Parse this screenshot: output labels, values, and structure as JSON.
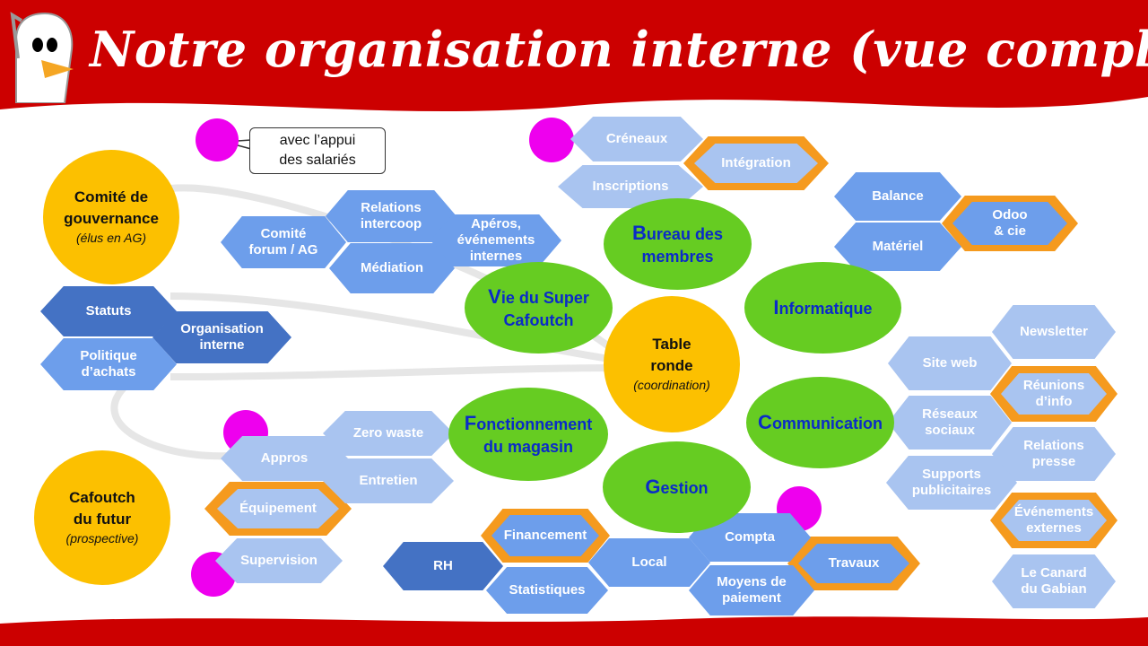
{
  "title": "Notre organisation interne (vue complète)",
  "callout": {
    "line1": "avec l’appui",
    "line2": "des salariés"
  },
  "colors": {
    "banner": "#cc0000",
    "hex_dark": "#4472c4",
    "hex_mid": "#6d9eeb",
    "hex_light": "#a9c4f0",
    "highlight_ring": "#f59a1e",
    "yellow_circle": "#fcc000",
    "green_circle": "#66cc22",
    "marker_dot": "#ee00ee"
  },
  "circles": {
    "gouvernance": {
      "line1": "Comité de",
      "line2": "gouvernance",
      "sub": "(élus en AG)"
    },
    "futur": {
      "line1": "Cafoutch",
      "line2": "du futur",
      "sub": "(prospective)"
    },
    "table_ronde": {
      "line1": "Table",
      "line2": "ronde",
      "sub": "(coordination)"
    },
    "bureau": {
      "cap": "B",
      "rest1": "ureau des",
      "line2": "membres"
    },
    "vie": {
      "cap": "V",
      "rest1": "ie du Super",
      "line2": "Cafoutch"
    },
    "informatique": {
      "cap": "I",
      "rest1": "nformatique"
    },
    "communication": {
      "cap": "C",
      "rest1": "ommunication"
    },
    "fonctionnement": {
      "cap": "F",
      "rest1": "onctionnement",
      "line2": "du magasin"
    },
    "gestion": {
      "cap": "G",
      "rest1": "estion"
    }
  },
  "hexes": {
    "creneaux": "Créneaux",
    "integration": "Intégration",
    "inscriptions": "Inscriptions",
    "relations_intercoop": {
      "l1": "Relations",
      "l2": "intercoop"
    },
    "comite_forum": {
      "l1": "Comité",
      "l2": "forum / AG"
    },
    "aperos": {
      "l1": "Apéros,",
      "l2": "événements",
      "l3": "internes"
    },
    "mediation": "Médiation",
    "balance": "Balance",
    "odoo": {
      "l1": "Odoo",
      "l2": "& cie"
    },
    "materiel": "Matériel",
    "statuts": "Statuts",
    "organisation_interne": {
      "l1": "Organisation",
      "l2": "interne"
    },
    "politique_achats": {
      "l1": "Politique",
      "l2": "d’achats"
    },
    "newsletter": "Newsletter",
    "site_web": "Site web",
    "reunions_info": {
      "l1": "Réunions",
      "l2": "d’info"
    },
    "reseaux_sociaux": {
      "l1": "Réseaux",
      "l2": "sociaux"
    },
    "relations_presse": {
      "l1": "Relations",
      "l2": "presse"
    },
    "supports_pub": {
      "l1": "Supports",
      "l2": "publicitaires"
    },
    "evenements_externes": {
      "l1": "Événements",
      "l2": "externes"
    },
    "canard": {
      "l1": "Le Canard",
      "l2": "du Gabian"
    },
    "zero_waste": "Zero waste",
    "appros": "Appros",
    "entretien": "Entretien",
    "equipement": "Équipement",
    "supervision": "Supervision",
    "financement": "Financement",
    "rh": "RH",
    "statistiques": "Statistiques",
    "local": "Local",
    "compta": "Compta",
    "moyens_paiement": {
      "l1": "Moyens de",
      "l2": "paiement"
    },
    "travaux": "Travaux"
  }
}
